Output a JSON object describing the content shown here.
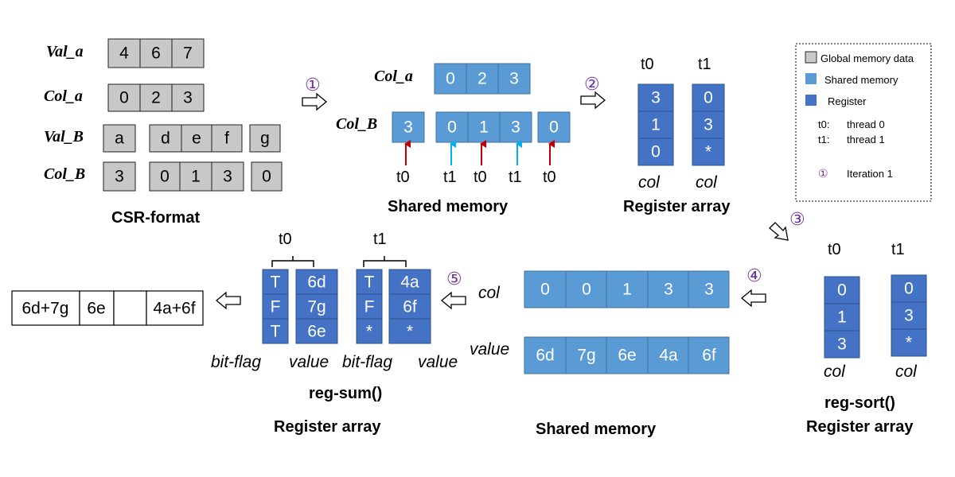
{
  "csr": {
    "val_a_label": "Val_a",
    "col_a_label": "Col_a",
    "val_b_label": "Val_B",
    "col_b_label": "Col_B",
    "val_a": [
      "4",
      "6",
      "7"
    ],
    "col_a": [
      "0",
      "2",
      "3"
    ],
    "val_b": [
      "a",
      "d",
      "e",
      "f",
      "g"
    ],
    "col_b": [
      "3",
      "0",
      "1",
      "3",
      "0"
    ],
    "caption": "CSR-format"
  },
  "shared1": {
    "col_a_label": "Col_a",
    "col_b_label": "Col_B",
    "col_a": [
      "0",
      "2",
      "3"
    ],
    "col_b": [
      "3",
      "0",
      "1",
      "3",
      "0"
    ],
    "thread_labels": [
      "t0",
      "t1",
      "t0",
      "t1",
      "t0"
    ],
    "caption": "Shared memory"
  },
  "reg1": {
    "t0_label": "t0",
    "t1_label": "t1",
    "t0": [
      "3",
      "1",
      "0"
    ],
    "t1": [
      "0",
      "3",
      "*"
    ],
    "col_label": "col",
    "caption": "Register array"
  },
  "legend": {
    "global": "Global memory data",
    "shared": "Shared memory",
    "register": "Register",
    "t0_key": "t0:",
    "t0_val": "thread 0",
    "t1_key": "t1:",
    "t1_val": "thread 1",
    "iter_symbol": "①",
    "iter_text": "Iteration 1",
    "colors": {
      "global": "#c8c8c8",
      "shared": "#5b9bd5",
      "register": "#4472c4"
    }
  },
  "reg2": {
    "t0_label": "t0",
    "t1_label": "t1",
    "t0": [
      "0",
      "1",
      "3"
    ],
    "t1": [
      "0",
      "3",
      "*"
    ],
    "col_label": "col",
    "caption1": "reg-sort()",
    "caption2": "Register array"
  },
  "shared2": {
    "col_label": "col",
    "value_label": "value",
    "col": [
      "0",
      "0",
      "1",
      "3",
      "3"
    ],
    "value": [
      "6d",
      "7g",
      "6e",
      "4a",
      "6f"
    ],
    "caption": "Shared memory"
  },
  "reg3": {
    "t0_label": "t0",
    "t1_label": "t1",
    "t0_flag": [
      "T",
      "F",
      "T"
    ],
    "t0_value": [
      "6d",
      "7g",
      "6e"
    ],
    "t1_flag": [
      "T",
      "F",
      "*"
    ],
    "t1_value": [
      "4a",
      "6f",
      "*"
    ],
    "bitflag_label": "bit-flag",
    "value_label": "value",
    "caption1": "reg-sum()",
    "caption2": "Register array"
  },
  "result": {
    "cells": [
      "6d+7g",
      "6e",
      "",
      "4a+6f"
    ]
  },
  "steps": [
    "①",
    "②",
    "③",
    "④",
    "⑤"
  ]
}
